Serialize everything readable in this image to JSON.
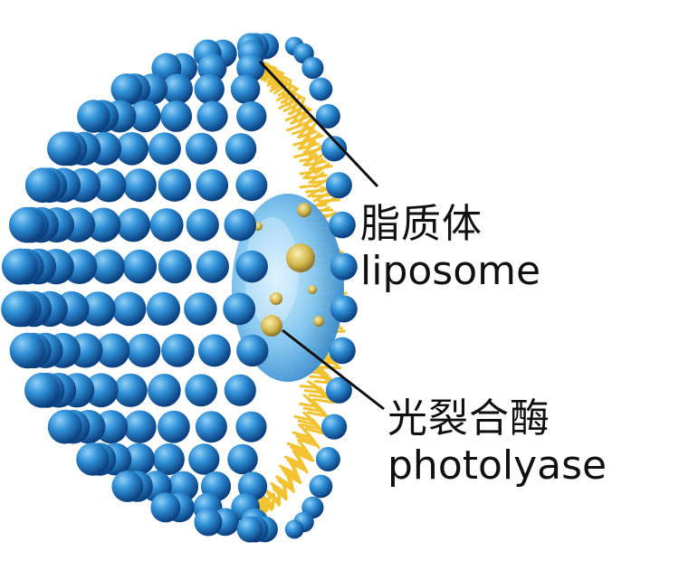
{
  "labels": {
    "liposome": {
      "zh": "脂质体",
      "en": "liposome"
    },
    "photolyase": {
      "zh": "光裂合酶",
      "en": "photolyase"
    }
  },
  "colors": {
    "background": "#ffffff",
    "head_light": "#46a4e0",
    "head_mid": "#1f7cc6",
    "head_dark": "#0b3f7e",
    "tail": "#f2c230",
    "cavity": "#7ec4ef",
    "enzyme": "#d9b43a",
    "leader": "#111111"
  }
}
